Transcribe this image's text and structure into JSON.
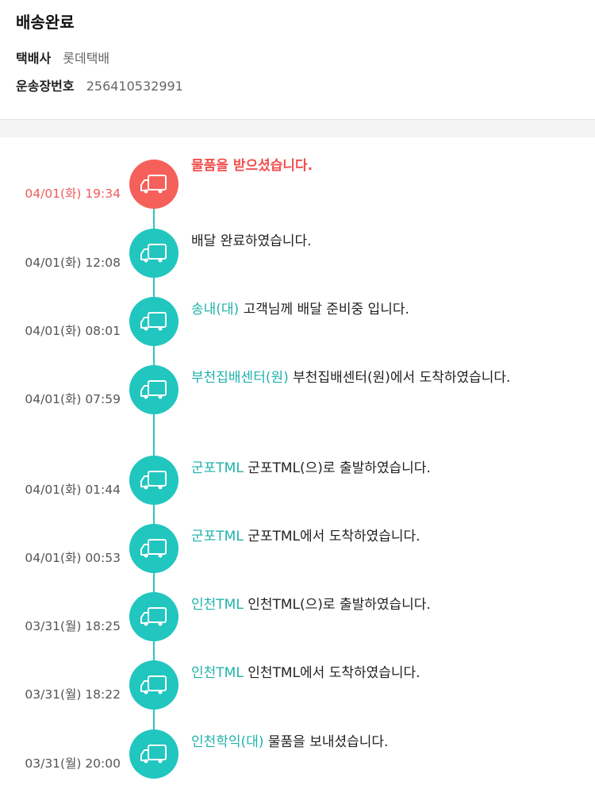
{
  "header": {
    "status": "배송완료",
    "carrier_label": "택배사",
    "carrier_value": "롯데택배",
    "tracking_label": "운송장번호",
    "tracking_value": "256410532991"
  },
  "colors": {
    "accent_teal": "#21c6bf",
    "active_red": "#f5605a",
    "location_text": "#1fb1ab"
  },
  "timeline": [
    {
      "time": "04/01(화) 19:34",
      "location": "",
      "message": "물품을 받으셨습니다.",
      "icon": "truck-icon",
      "active": true
    },
    {
      "time": "04/01(화) 12:08",
      "location": "",
      "message": "배달 완료하였습니다.",
      "icon": "truck-icon"
    },
    {
      "time": "04/01(화) 08:01",
      "location": "송내(대)",
      "message": " 고객님께 배달 준비중 입니다.",
      "icon": "truck-icon"
    },
    {
      "time": "04/01(화) 07:59",
      "location": "부천집배센터(원)",
      "message": " 부천집배센터(원)에서 도착하였습니다.",
      "icon": "truck-icon"
    },
    {
      "time": "04/01(화) 01:44",
      "location": "군포TML",
      "message": " 군포TML(으)로 출발하였습니다.",
      "icon": "truck-icon"
    },
    {
      "time": "04/01(화) 00:53",
      "location": "군포TML",
      "message": " 군포TML에서 도착하였습니다.",
      "icon": "truck-icon"
    },
    {
      "time": "03/31(월) 18:25",
      "location": "인천TML",
      "message": " 인천TML(으)로 출발하였습니다.",
      "icon": "truck-icon"
    },
    {
      "time": "03/31(월) 18:22",
      "location": "인천TML",
      "message": " 인천TML에서 도착하였습니다.",
      "icon": "truck-icon"
    },
    {
      "time": "03/31(월) 20:00",
      "location": "인천학익(대)",
      "message": " 물품을 보내셨습니다.",
      "icon": "truck-icon"
    }
  ]
}
